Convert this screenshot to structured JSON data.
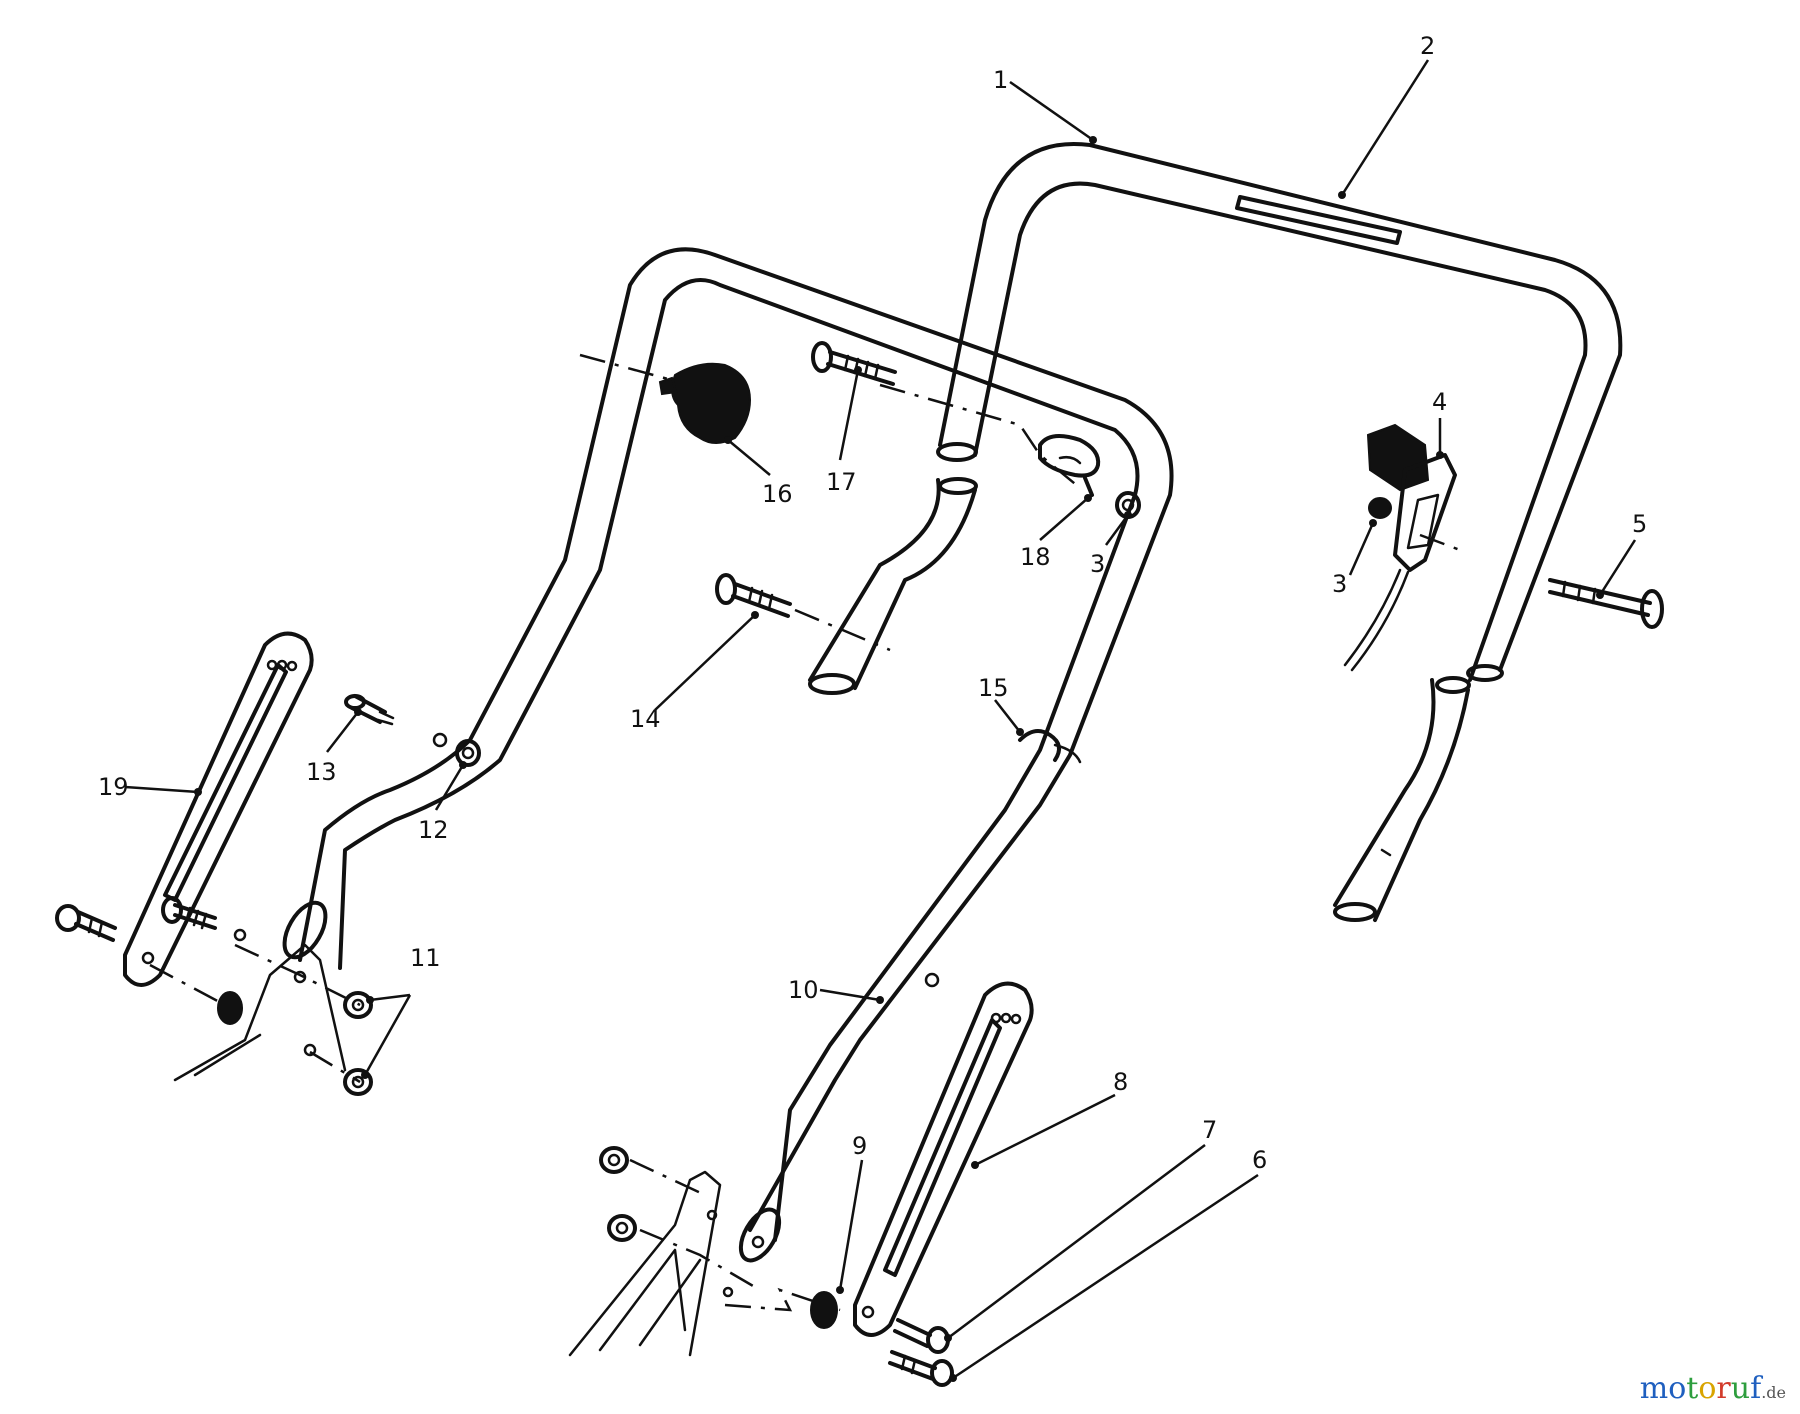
{
  "callouts": [
    "1",
    "2",
    "3",
    "3",
    "4",
    "5",
    "6",
    "7",
    "8",
    "9",
    "10",
    "11",
    "12",
    "13",
    "14",
    "15",
    "16",
    "17",
    "18",
    "19"
  ],
  "watermark": {
    "letters": [
      "m",
      "o",
      "t",
      "o",
      "r",
      "u",
      "f"
    ],
    "colors": [
      "#1f5fbf",
      "#1f5fbf",
      "#2e9e3e",
      "#d9a400",
      "#d23b2b",
      "#2e9e3e",
      "#1f5fbf"
    ],
    "suffix": ".de"
  }
}
